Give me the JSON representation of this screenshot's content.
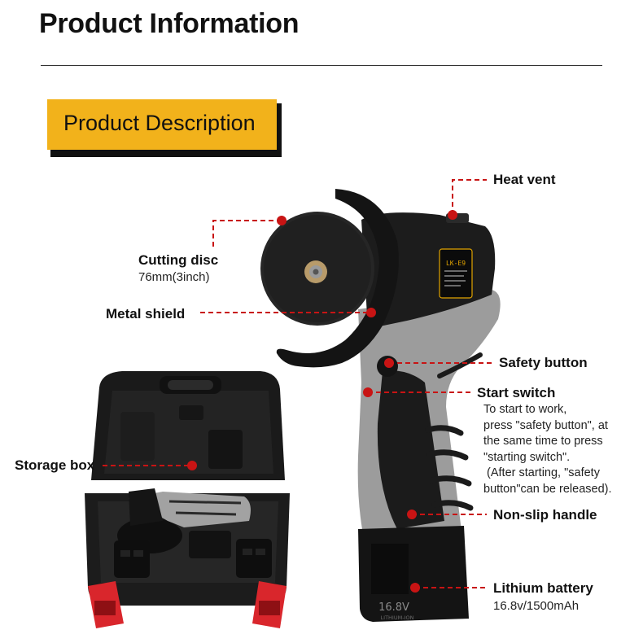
{
  "header": {
    "title": "Product Information"
  },
  "section": {
    "label": "Product Description"
  },
  "callouts": {
    "heat_vent": "Heat vent",
    "cutting_disc": "Cutting disc",
    "cutting_disc_size": "76mm(3inch)",
    "metal_shield": "Metal shield",
    "safety_button": "Safety button",
    "start_switch": "Start switch",
    "start_switch_desc": [
      "To start to work,",
      "press \"safety button\", at",
      "the same time to press",
      "\"starting switch\".",
      " (After starting, \"safety",
      "button\"can be released)."
    ],
    "storage_box": "Storage box",
    "non_slip_handle": "Non-slip handle",
    "lithium_battery": "Lithium battery",
    "battery_spec": "16.8v/1500mAh"
  },
  "product": {
    "model_label": "LK-E9",
    "battery_voltage": "16.8V",
    "battery_type": "LITHIUM-ION"
  },
  "colors": {
    "accent": "#f2b21b",
    "callout_line": "#c81414",
    "tool_gray": "#9a9a9a",
    "tool_black": "#1b1b1b",
    "case_clip": "#d9262c"
  }
}
